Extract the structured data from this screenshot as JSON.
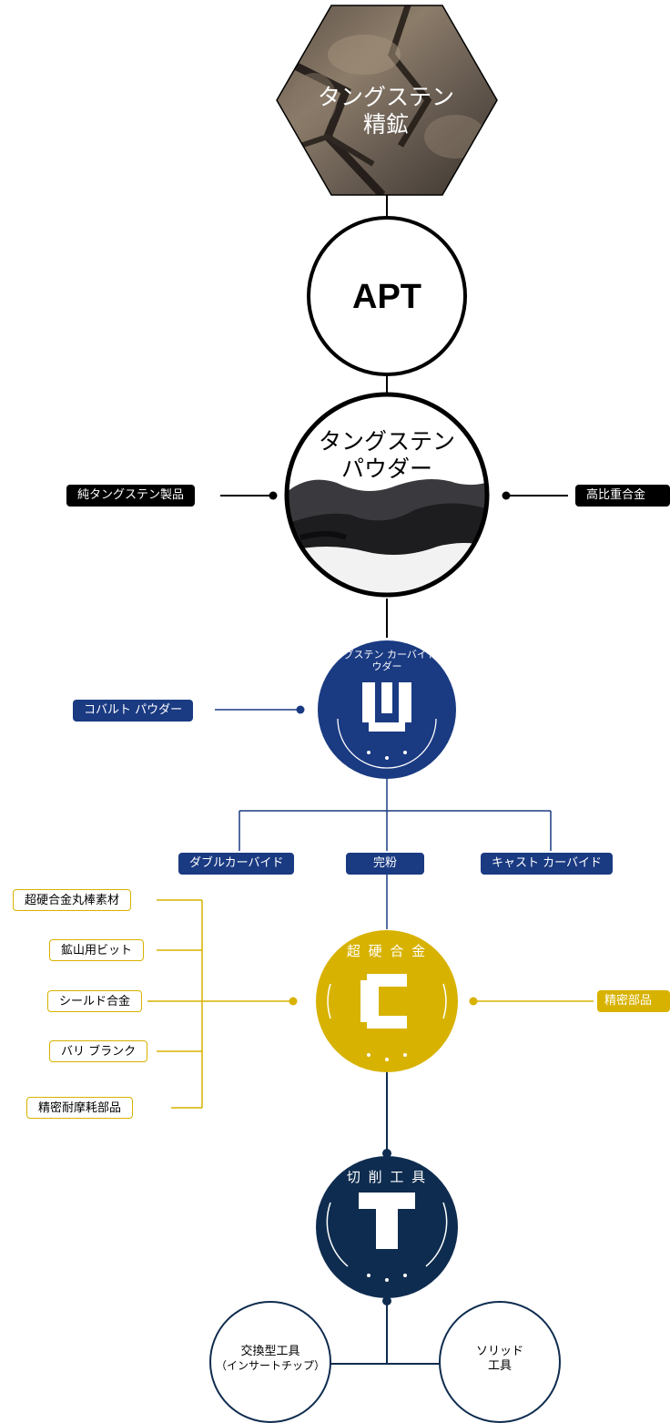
{
  "nodes": {
    "ore": {
      "line1": "タングステン",
      "line2": "精鉱"
    },
    "apt": {
      "label": "APT"
    },
    "powder": {
      "line1": "タングステン",
      "line2": "パウダー"
    },
    "carbide_powder": {
      "arc_text": "タングステン カーバイド パウダー",
      "glyph": "W",
      "color": "#1a3a82"
    },
    "cemented_carbide": {
      "arc_text": "超 硬 合 金",
      "glyph": "C",
      "color": "#d8b200"
    },
    "cutting_tools": {
      "arc_text": "切 削 工 具",
      "glyph": "T",
      "color": "#0e2c4f"
    },
    "indexable": {
      "line1": "交換型工具",
      "line2": "（インサートチップ）"
    },
    "solid": {
      "line1": "ソリッド",
      "line2": "工具"
    }
  },
  "tags": {
    "pure_tungsten": "純タングステン製品",
    "heavy_alloy": "高比重合金",
    "cobalt": "コバルト パウダー",
    "double_carbide": "ダブルカーバイド",
    "finished_powder": "完粉",
    "cast_carbide": "キャスト カーバイド",
    "rod": "超硬合金丸棒素材",
    "mining_bit": "鉱山用ビット",
    "shield_alloy": "シールド合金",
    "burr_blank": "バリ ブランク",
    "wear_parts": "精密耐摩耗部品",
    "precision_parts": "精密部品"
  }
}
